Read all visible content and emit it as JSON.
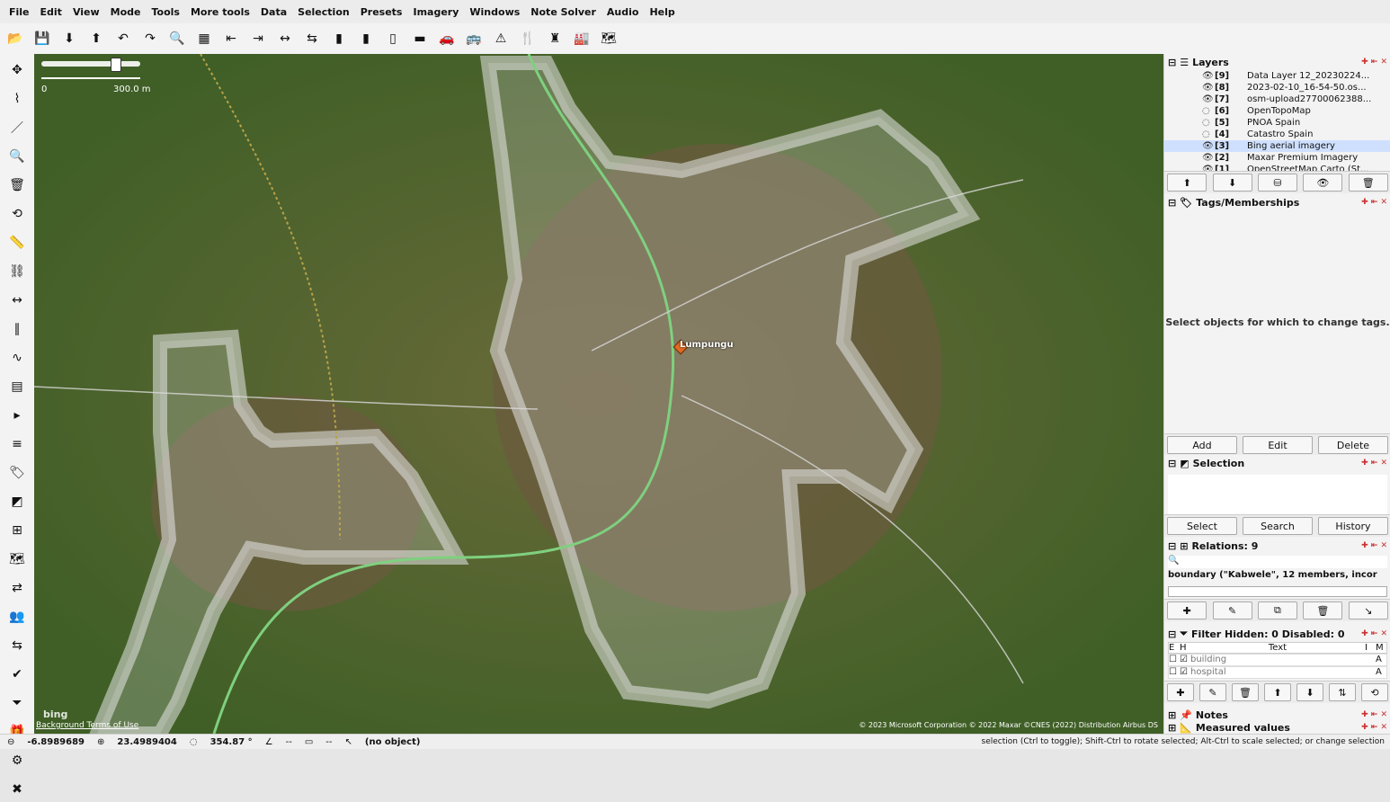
{
  "menu": [
    "File",
    "Edit",
    "View",
    "Mode",
    "Tools",
    "More tools",
    "Data",
    "Selection",
    "Presets",
    "Imagery",
    "Windows",
    "Note Solver",
    "Audio",
    "Help"
  ],
  "toolbar": {
    "icons": [
      {
        "name": "open-icon",
        "glyph": "📂"
      },
      {
        "name": "save-icon",
        "glyph": "💾"
      },
      {
        "name": "download-icon",
        "glyph": "⬇"
      },
      {
        "name": "upload-icon",
        "glyph": "⬆"
      },
      {
        "name": "undo-icon",
        "glyph": "↶"
      },
      {
        "name": "redo-icon",
        "glyph": "↷"
      },
      {
        "name": "zoom-icon",
        "glyph": "🔍"
      },
      {
        "name": "properties-icon",
        "glyph": "▦"
      },
      {
        "name": "align-left-icon",
        "glyph": "⇤"
      },
      {
        "name": "align-right-icon",
        "glyph": "⇥"
      },
      {
        "name": "spacer-icon",
        "glyph": "↔"
      },
      {
        "name": "reverse-icon",
        "glyph": "⇆"
      },
      {
        "name": "traffic-light-icon",
        "glyph": "▮"
      },
      {
        "name": "barrier-icon",
        "glyph": "▮"
      },
      {
        "name": "signal-icon",
        "glyph": "▯"
      },
      {
        "name": "wall-icon",
        "glyph": "▬"
      },
      {
        "name": "car-icon",
        "glyph": "🚗"
      },
      {
        "name": "bus-icon",
        "glyph": "🚌"
      },
      {
        "name": "warning-icon",
        "glyph": "⚠"
      },
      {
        "name": "food-icon",
        "glyph": "🍴"
      },
      {
        "name": "castle-icon",
        "glyph": "♜"
      },
      {
        "name": "industry-icon",
        "glyph": "🏭"
      },
      {
        "name": "map-icon",
        "glyph": "🗺"
      }
    ]
  },
  "left_tools": [
    "select-icon",
    "lasso-icon",
    "draw-icon",
    "zoom-icon",
    "delete-icon",
    "split-icon",
    "measure-icon",
    "combine-icon",
    "extrude-icon",
    "parallel-icon",
    "curve-icon",
    "building-icon",
    "more-icon",
    "layers-icon",
    "tags-icon",
    "selection-icon",
    "relations-icon",
    "map-toggle-icon",
    "sync-icon",
    "users-icon",
    "conflict-icon",
    "validation-icon",
    "filter-icon",
    "gift-icon",
    "settings-icon",
    "close-icon"
  ],
  "map": {
    "scale_label_start": "0",
    "scale_label_end": "300.0 m",
    "place_name": "Lumpungu",
    "attribution_logo": "bing",
    "terms": "Background Terms of Use",
    "credits": "© 2023 Microsoft Corporation © 2022 Maxar ©CNES (2022) Distribution Airbus DS"
  },
  "layers": {
    "title": "Layers",
    "rows": [
      {
        "id": "[9]",
        "name": "Data Layer 12_20230224...",
        "visible": true
      },
      {
        "id": "[8]",
        "name": "2023-02-10_16-54-50.os...",
        "visible": true
      },
      {
        "id": "[7]",
        "name": "osm-upload27700062388...",
        "visible": true
      },
      {
        "id": "[6]",
        "name": "OpenTopoMap",
        "visible": false
      },
      {
        "id": "[5]",
        "name": "PNOA Spain",
        "visible": false
      },
      {
        "id": "[4]",
        "name": "Catastro Spain",
        "visible": false
      },
      {
        "id": "[3]",
        "name": "Bing aerial imagery",
        "visible": true,
        "selected": true
      },
      {
        "id": "[2]",
        "name": "Maxar Premium Imagery",
        "visible": true
      },
      {
        "id": "[1]",
        "name": "OpenStreetMap Carto (St...",
        "visible": true
      }
    ]
  },
  "tags": {
    "title": "Tags/Memberships",
    "empty": "Select objects for which to change tags.",
    "buttons": [
      "Add",
      "Edit",
      "Delete"
    ]
  },
  "selection": {
    "title": "Selection",
    "buttons": [
      "Select",
      "Search",
      "History"
    ]
  },
  "relations": {
    "title": "Relations: 9",
    "item": "boundary (\"Kabwele\", 12 members, incor"
  },
  "filter": {
    "title": "Filter Hidden: 0 Disabled: 0",
    "header": {
      "e": "E",
      "h": "H",
      "text": "Text",
      "i": "I",
      "m": "M"
    },
    "rows": [
      {
        "text": "building",
        "i": "",
        "m": "A"
      },
      {
        "text": "hospital",
        "i": "",
        "m": "A"
      }
    ]
  },
  "notes": {
    "title": "Notes"
  },
  "measured": {
    "title": "Measured values"
  },
  "status": {
    "lat": "-6.8989689",
    "lon": "23.4989404",
    "heading": "354.87 °",
    "angle": "--",
    "distance": "--",
    "object": "(no object)",
    "hint": "selection (Ctrl to toggle); Shift-Ctrl to rotate selected; Alt-Ctrl to scale selected; or change selection"
  }
}
